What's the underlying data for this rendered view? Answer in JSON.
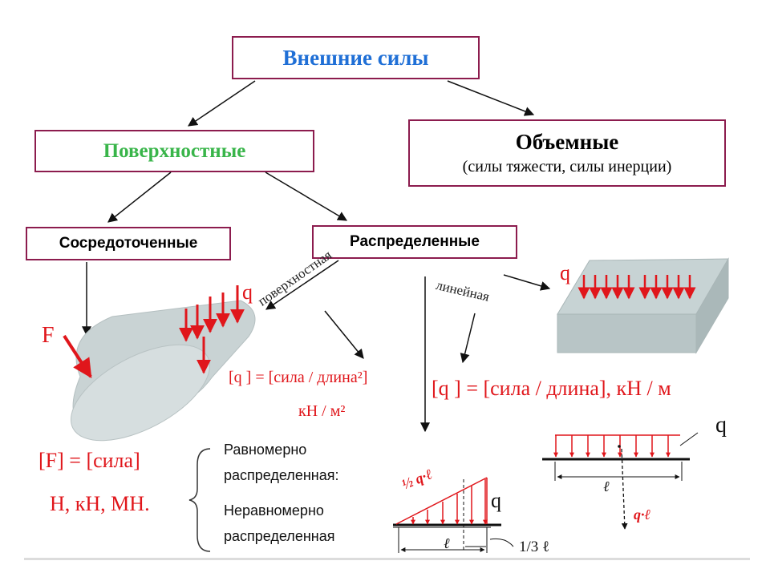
{
  "boxes": {
    "root": "Внешние силы",
    "surface": "Поверхностные",
    "volume_title": "Объемные",
    "volume_sub": "(силы тяжести, силы инерции)",
    "concentrated": "Сосредоточенные",
    "distributed": "Распределенные"
  },
  "labels": {
    "surface_dist": "поверхностная",
    "linear_dist": "линейная",
    "q": "q",
    "F": "F",
    "q_surface_unit": "[q ] = [сила / длина²]",
    "q_surface_si": "кН / м²",
    "q_linear_unit": "[q ] = [сила / длина], кН / м",
    "F_unit": "[F] = [сила]",
    "F_si": "Н, кН, МН.",
    "uniform_1": "Равномерно",
    "uniform_2": "распределенная:",
    "nonuniform_1": "Неравномерно",
    "nonuniform_2": "распределенная",
    "half_ql": "½ q·ℓ",
    "l": "ℓ",
    "third_l": "1/3 ℓ",
    "ql": "q·ℓ"
  },
  "colors": {
    "box_border": "#8c1c4e",
    "title_blue": "#1f6fd6",
    "title_green": "#39b54a",
    "force_red": "#e0161b",
    "solid_gray": "#c6d1d2"
  }
}
